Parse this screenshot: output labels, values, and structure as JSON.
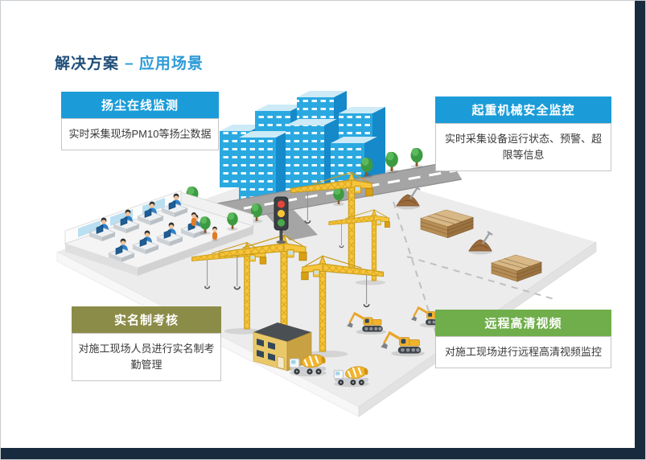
{
  "slide": {
    "title_main": "解决方案",
    "title_sub": "– 应用场景"
  },
  "callouts": {
    "dust": {
      "title": "扬尘在线监测",
      "body": "实时采集现场PM10等扬尘数据",
      "color": "#1b9cd8"
    },
    "crane": {
      "title": "起重机械安全监控",
      "body": "实时采集设备运行状态、预警、超限等信息",
      "color": "#1b9cd8"
    },
    "realname": {
      "title": "实名制考核",
      "body": "对施工现场人员进行实名制考勤管理",
      "color": "#8c8c49"
    },
    "video": {
      "title": "远程高清视频",
      "body": "对施工现场进行远程高清视频监控",
      "color": "#6fae4a"
    }
  },
  "theme": {
    "frame_color": "#182a3d",
    "title_main_color": "#1f4e79",
    "title_sub_color": "#2e9bd6",
    "building_blue": "#2aa9e1",
    "crane_yellow": "#f6c53d",
    "traffic_red": "#e5453a",
    "traffic_yellow": "#f6c437",
    "traffic_green": "#49a84c"
  },
  "illustration": {
    "scene": "isometric-construction-site",
    "elements": [
      "city-buildings",
      "road",
      "traffic-light",
      "trees",
      "office-workstations",
      "tower-cranes",
      "site-building",
      "concrete-mixer-trucks",
      "excavators",
      "material-stacks",
      "dirt-piles-with-shovels"
    ]
  }
}
